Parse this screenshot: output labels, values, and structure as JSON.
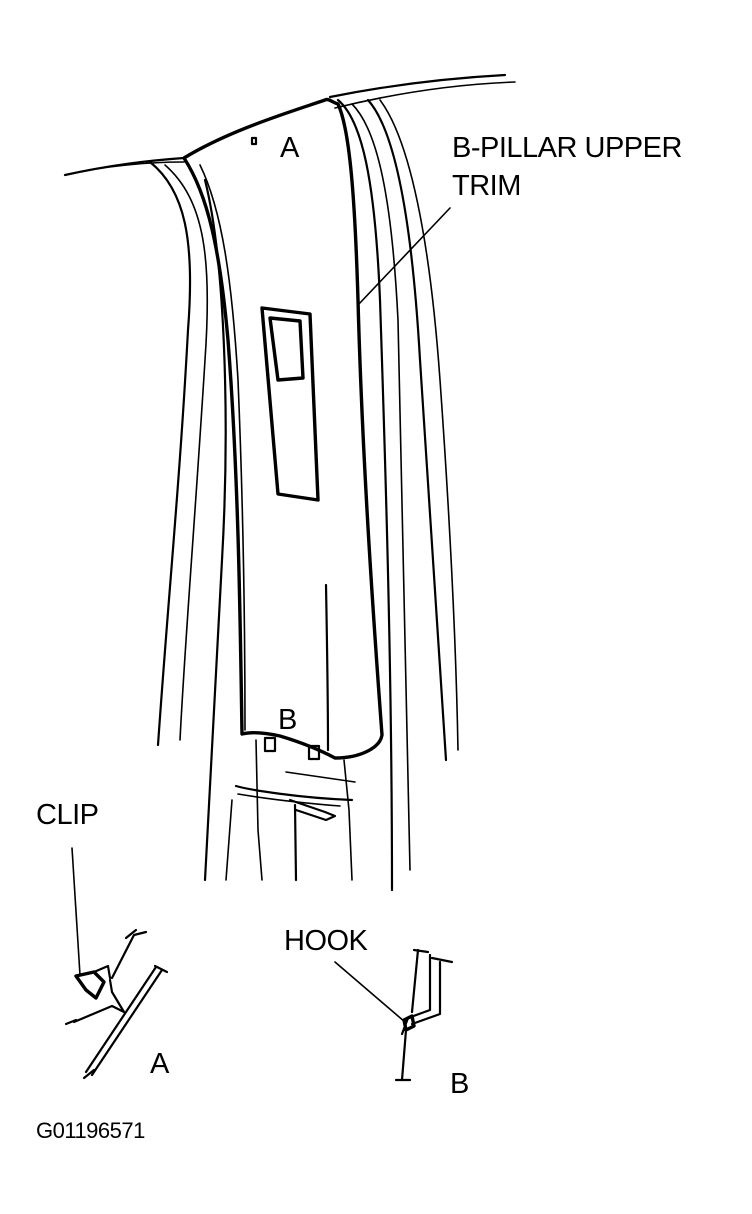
{
  "labels": {
    "part_name_line1": "B-PILLAR UPPER",
    "part_name_line2": "TRIM",
    "clip_point_a": "A",
    "clip_point_b": "B",
    "clip": "CLIP",
    "hook": "HOOK",
    "detail_a": "A",
    "detail_b": "B",
    "figure_code": "G01196571"
  },
  "colors": {
    "line": "#000000",
    "background": "#ffffff"
  }
}
